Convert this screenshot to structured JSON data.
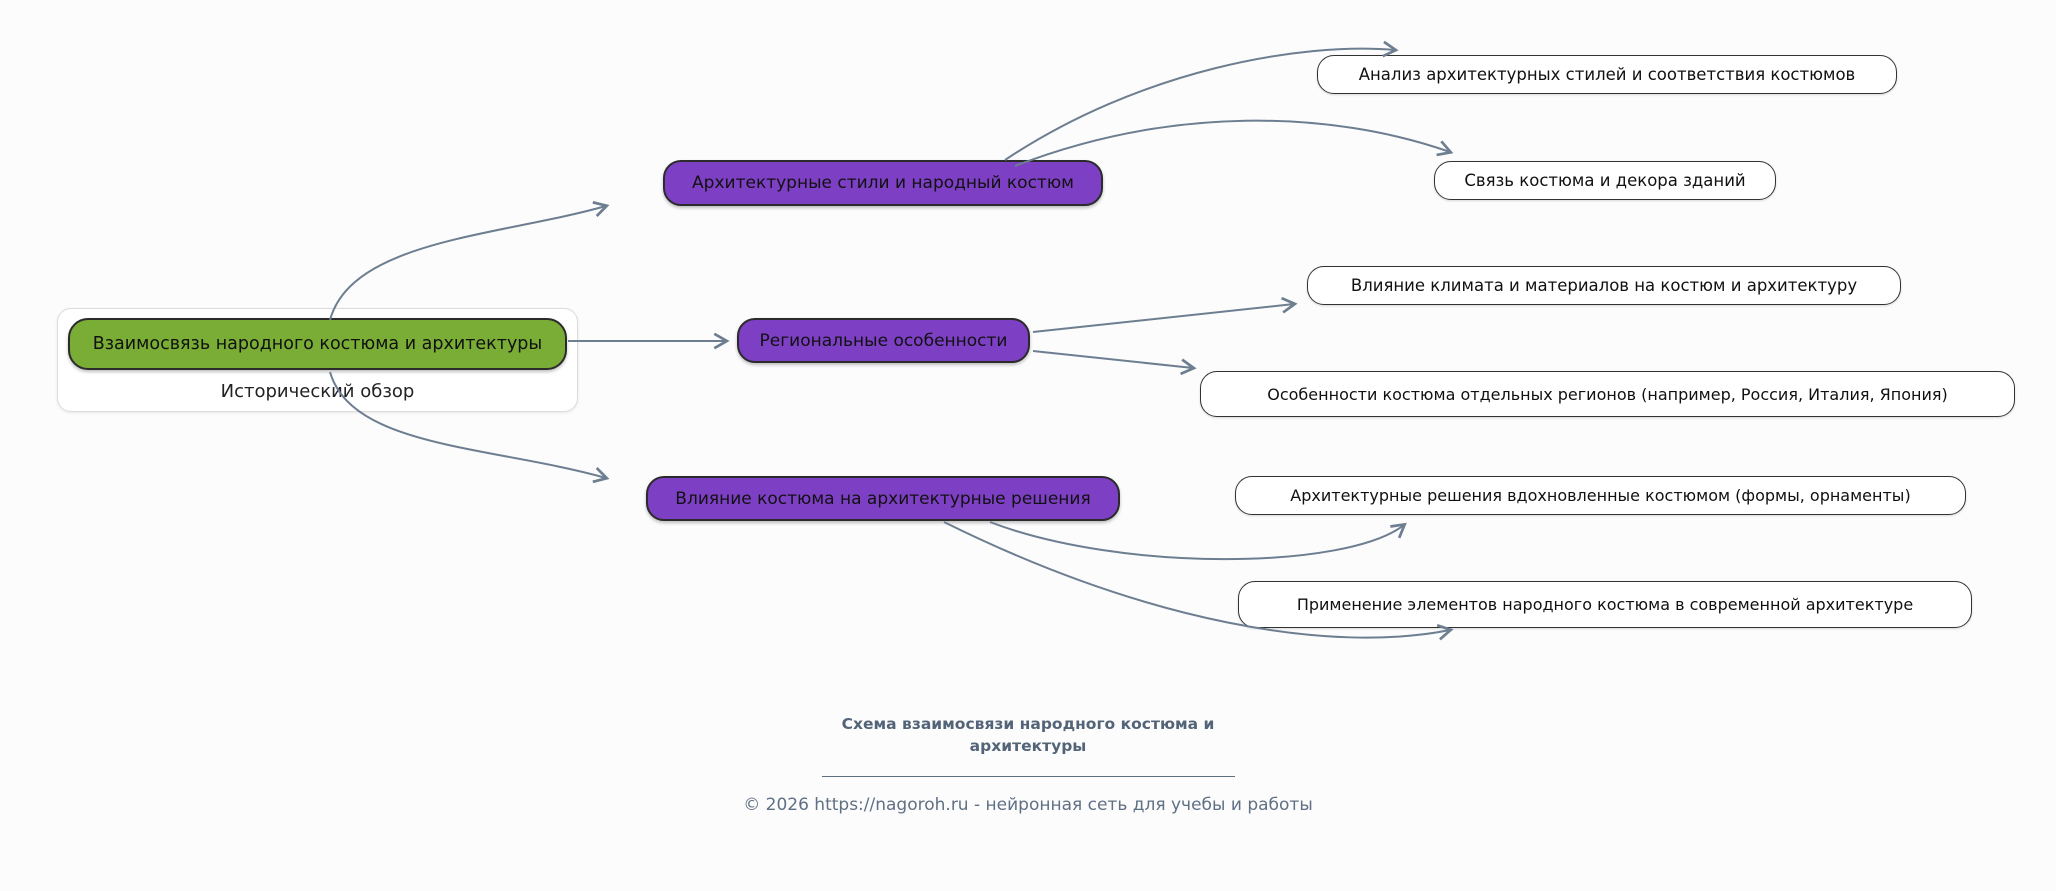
{
  "map": {
    "root": {
      "label": "Взаимосвязь народного костюма и архитектуры",
      "sublabel": "Исторический обзор"
    },
    "branches": [
      {
        "label": "Архитектурные стили и народный костюм",
        "children": [
          "Анализ архитектурных стилей и соответствия костюмов",
          "Связь костюма и декора зданий"
        ]
      },
      {
        "label": "Региональные особенности",
        "children": [
          "Влияние климата и материалов на костюм и архитектуру",
          "Особенности костюма отдельных регионов (например, Россия, Италия, Япония)"
        ]
      },
      {
        "label": "Влияние костюма на архитектурные решения",
        "children": [
          "Архитектурные решения вдохновленные костюмом (формы, орнаменты)",
          "Применение элементов народного костюма в современной архитектуре"
        ]
      }
    ]
  },
  "footer": {
    "title": "Схема взаимосвязи народного костюма и архитектуры",
    "copyright": "© 2026 https://nagoroh.ru - нейронная сеть для учебы и работы"
  },
  "colors": {
    "green": "#7aad35",
    "purple": "#7d3fc4",
    "edge": "#6d7e90",
    "footer": "#5b6b80"
  }
}
